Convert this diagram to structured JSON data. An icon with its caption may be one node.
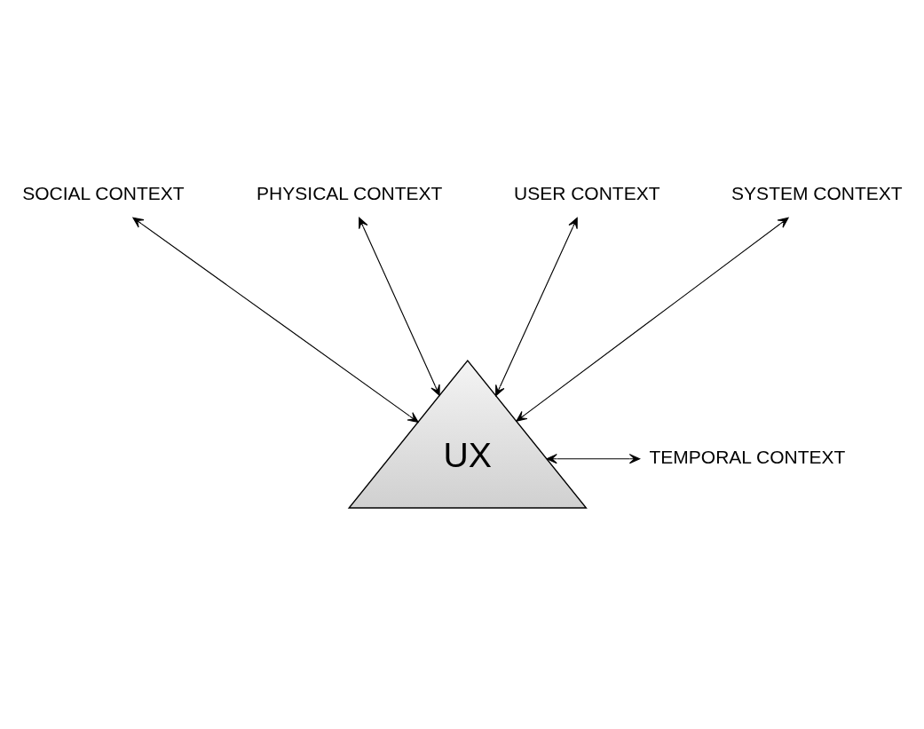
{
  "diagram": {
    "nodes": [
      {
        "text": [
          "SOCIAL CONTEXT"
        ]
      },
      {
        "text": [
          "PHYSICAL CONTEXT"
        ]
      },
      {
        "text": [
          "USER CONTEXT"
        ]
      },
      {
        "text": [
          "SYSTEM CONTEXT"
        ]
      },
      {
        "text": [
          "TEMPORAL CONTEXT"
        ]
      },
      {
        "text": [
          "UX"
        ]
      }
    ],
    "edges": [
      {
        "from": 5,
        "to": 2,
        "arrow": "both"
      },
      {
        "from": 5,
        "to": 0,
        "arrow": "both"
      },
      {
        "from": 5,
        "to": 1,
        "arrow": "both"
      },
      {
        "from": 5,
        "to": 3,
        "arrow": "both"
      },
      {
        "from": 5,
        "to": 4,
        "arrow": "both"
      }
    ]
  }
}
